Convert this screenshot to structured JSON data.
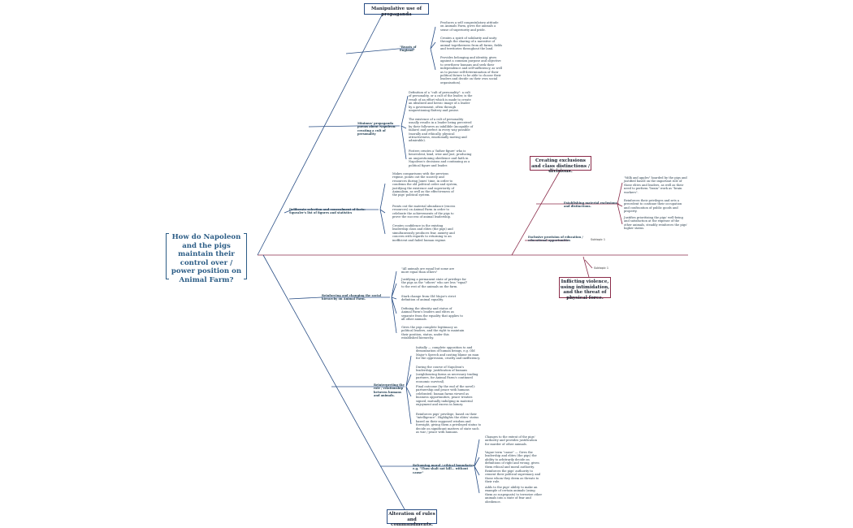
{
  "central": "How do Napoleon and the pigs maintain their control over / power position on Animal Farm?",
  "top_box": "Manipulative use of propaganda",
  "bottom_box": "Alteration of rules and commandments.",
  "right_top_box": "Creating exclusions and class distinctions / divisions.",
  "right_bottom_box": "Inflicting violence, using intimidation, and the threat of physical force.",
  "subbranches": {
    "beasts": "\"Beasts of England\"",
    "minimus": "Minimus' propaganda poems about Napoleon: creating a cult of personality",
    "selection": "Deliberate selection and concealment of facts: Squealer's list of figures and statistics",
    "reinforcing": "Reinforcing and changing the social hierarchy on Animal Farm.",
    "reinterpreting": "Reinterpreting the role / relationship between humans and animals.",
    "reframing": "Reframing moral / ethical boundaries e.g. \"Thou shalt not kill... without cause\"",
    "material": "Establishing material exclusions and distinctions.",
    "education": "Exclusive provision of education / educational opportunities"
  },
  "refs": {
    "subtopic1": "Subtopic 1",
    "subtopic2": "Subtopic 1"
  },
  "leaves": {
    "beasts": [
      "Produces a self congratulatory attitude on Animals Farm, gives the animals a sense of superiority and pride.",
      "Creates a spirit of solidarity and unity through the sharing of a narrative of animal togetherness from all farms, fields and territories throughout the land.",
      "Provides belonging and identity, gives against a common purpose and objective to overthrow humans and seek their independence and self-sufficiency, as well as to pursue self-determination of their political future to be able to choose their leaders and decide on their own social organisation)."
    ],
    "minimus": [
      "Definition of a \"cult of personality\": a cult of personality, or a cult of the leader, is the result of an effort which is made to create an idealized and heroic image of a leader by a government, often through unquestioning flattery and praise.",
      "The existence of a cult of personality usually results in a leader being perceived by their followers as infallible (incapable of failure) and perfect in every way possible (morally and ethically, physical attractiveness, emotionally moving and admirable).",
      "Fosters creates a 'father figure' who is benevolent, kind, wise and just, producing an unquestioning obedience and faith in Napoleon's decisions and continuing as a political figure and leader."
    ],
    "selection": [
      "Makes comparisons with the previous regime, points out the scarcity and resources during Jones' time, in order to condemn the old political order and system, justifying the existence and superiority of Animalism, as well as the effectiveness of the pigs' political system.",
      "Points out the material abundance (excess resources) on Animal Farm in order to celebrate the achievements of the pigs to prove the success of animal leadership.",
      "Creates confidence in the existing leadership class and elites (the pigs) and simultaneously produces fear, anxiety and concern with regards to returning to an inefficient and failed human regime."
    ],
    "reinforcing": [
      "\"All animals are equal but some are more equal than others\"",
      "Justifying a permanent state of privilege for the pigs as the \"others\" who are less \"equal\" to the rest of the animals on the farm.",
      "Stark change from Old Major's strict definition of animal equality.",
      "Defining the identity and status of Animal Farm's leaders and elites as separate from the equality that applies to all other animals.",
      "Gives the pigs complete legitimacy as political leaders, and the right to maintain their position, status, under this established hierarchy."
    ],
    "reinterpreting": [
      "Initially — complete opposition to and demonisation of human beings, e.g. Old Major's Speech and casting blame on man for the oppression, cruelty and inefficiency.",
      "During the course of Napoleon's leadership: justification of humans (neighbouring farms as necessary trading partners, for Animal Farm's continued economic survival).",
      "Final outcome (by the end of the novel): partnership and peace with humans celebrated; human farms viewed as business opportunities, peace treaties signed, mutually indulging in material enjoyment and excess in luxury.",
      "Reinforces pigs' privilege, based on their \"intelligence\". Highlights the elites' status based on their supposed wisdom and foresight, giving them a privileged status to decide on significant matters of state such as war / peace with humans."
    ],
    "reframing": [
      "Changes to the extent of the pigs' authority and provides justification for murder of other animals.",
      "Vague term \"cause\" — Gives the leadership and elites (the pigs) the ability to arbitrarily decide on definitions of right and wrong, given them ethical and moral authority.",
      "Reinforces the pigs' authority to cement their political supremacy and those whom they deem as threats to their rule.",
      "Adds to the pigs' ability to make an example of certain animals (using them as scapegoats) to terrorize other animals into a state of fear and obedience."
    ],
    "material": [
      "\"Milk and apples\" hoarded by the pigs and justified based on the important role of those elites and leaders, as well as their need to perform \"brain\" work as \"brain workers\".",
      "Reinforces their privileges and sets a precedent to continue their occupation and confiscation of public goods and property.",
      "Justifies prioritising the pigs' well-being and satisfaction at the expense of the other animals, steadily reinforces the pigs' higher status."
    ]
  }
}
